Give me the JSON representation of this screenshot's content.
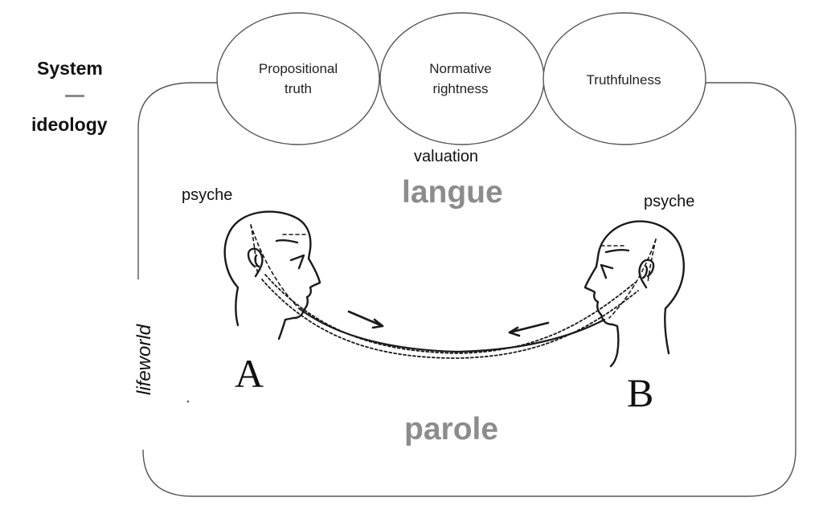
{
  "system_label": {
    "line1": "System",
    "dash": "—",
    "line2": "ideology"
  },
  "validity_claims": [
    {
      "label": "Propositional\ntruth"
    },
    {
      "label": "Normative\nrightness"
    },
    {
      "label": "Truthfulness"
    }
  ],
  "labels": {
    "valuation": "valuation",
    "langue": "langue",
    "parole": "parole",
    "psyche_left": "psyche",
    "psyche_right": "psyche",
    "lifeworld": "lifeworld",
    "speaker_a": "A",
    "speaker_b": "B"
  },
  "colors": {
    "outline": "#555555",
    "circle_stroke": "#555555",
    "langue_parole_gray": "#8c8c8c",
    "ink": "#111111"
  }
}
